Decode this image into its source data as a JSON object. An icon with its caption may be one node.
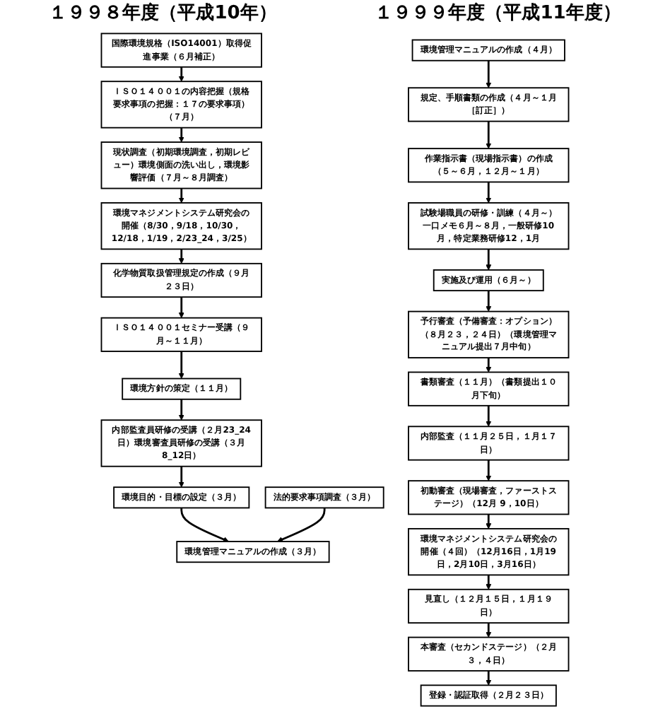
{
  "diagram": {
    "nodes": [
      {
        "text": [
          "国際環境規格（ISO14001）取得促進事業（６月補正）"
        ]
      },
      {
        "text": [
          "ＩＳＯ１４００１の内容把握（規格要求事項の把握：１７の要求事項）（７月）"
        ]
      },
      {
        "text": [
          "現状調査（初期環境調査，初期レビュー）環境側面の洗い出し，環境影響評価（７月～８月調査）"
        ]
      },
      {
        "text": [
          "環境マネジメントシステム研究会の開催（8/30，9/18，10/30，12/18，1/19，2/23_24，3/25）"
        ]
      },
      {
        "text": [
          "化学物質取扱管理規定の作成（９月２３日）"
        ]
      },
      {
        "text": [
          "ＩＳＯ１４００１セミナー受講（９月～１１月）"
        ]
      },
      {
        "text": [
          "環境方針の策定（１１月）"
        ]
      },
      {
        "text": [
          "内部監査員研修の受講（２月23_24日）環境審査員研修の受講（３月8_12日）"
        ]
      },
      {
        "text": [
          "環境目的・目標の設定（３月）"
        ]
      },
      {
        "text": [
          "法的要求事項調査（３月）"
        ]
      },
      {
        "text": [
          "環境管理マニュアルの作成（３月）"
        ]
      },
      {
        "text": [
          "環境管理マニュアルの作成（４月）"
        ]
      },
      {
        "text": [
          "規定、手順書類の作成（４月～１月［訂正］）"
        ]
      },
      {
        "text": [
          "作業指示書（現場指示書）の作成（５～６月，１２月～１月）"
        ]
      },
      {
        "text": [
          "試験場職員の研修・訓練（４月～）一口メモ６月～８月，一般研修10月，特定業務研修12，1月"
        ]
      },
      {
        "text": [
          "実施及び運用（６月～）"
        ]
      },
      {
        "text": [
          "予行審査（予備審査：オプション）（８月２３，２４日）（環境管理マニュアル提出７月中旬）"
        ]
      },
      {
        "text": [
          "書類審査（１１月）（書類提出１０月下旬）"
        ]
      },
      {
        "text": [
          "内部監査（１１月２５日，１月１７日）"
        ]
      },
      {
        "text": [
          "初動審査（現場審査，ファーストステージ）（12月 9，10日）"
        ]
      },
      {
        "text": [
          "環境マネジメントシステム研究会の開催（４回）（12月16日，1月19日，2月10日，3月16日）"
        ]
      },
      {
        "text": [
          "見直し（１２月１５日，１月１９日）"
        ]
      },
      {
        "text": [
          "本審査（セカンドステージ）（２月３，４日）"
        ]
      },
      {
        "text": [
          "登録・認証取得（２月２３日）"
        ]
      }
    ],
    "edges": [
      {
        "from": 0,
        "to": 1,
        "arrow": "to"
      },
      {
        "from": 1,
        "to": 2,
        "arrow": "to"
      },
      {
        "from": 2,
        "to": 3,
        "arrow": "to"
      },
      {
        "from": 3,
        "to": 4,
        "arrow": "to"
      },
      {
        "from": 4,
        "to": 5,
        "arrow": "to"
      },
      {
        "from": 5,
        "to": 6,
        "arrow": "to"
      },
      {
        "from": 6,
        "to": 7,
        "arrow": "to"
      },
      {
        "from": 7,
        "to": 8,
        "arrow": "to"
      },
      {
        "from": 8,
        "to": 10,
        "arrow": "to"
      },
      {
        "from": 9,
        "to": 10,
        "arrow": "to"
      },
      {
        "from": 11,
        "to": 12,
        "arrow": "to"
      },
      {
        "from": 12,
        "to": 13,
        "arrow": "to"
      },
      {
        "from": 13,
        "to": 14,
        "arrow": "to"
      },
      {
        "from": 14,
        "to": 15,
        "arrow": "to"
      },
      {
        "from": 15,
        "to": 16,
        "arrow": "to"
      },
      {
        "from": 16,
        "to": 17,
        "arrow": "to"
      },
      {
        "from": 17,
        "to": 18,
        "arrow": "to"
      },
      {
        "from": 18,
        "to": 19,
        "arrow": "to"
      },
      {
        "from": 19,
        "to": 20,
        "arrow": "to"
      },
      {
        "from": 20,
        "to": 21,
        "arrow": "to"
      },
      {
        "from": 21,
        "to": 22,
        "arrow": "to"
      },
      {
        "from": 22,
        "to": 23,
        "arrow": "to"
      }
    ],
    "labels": [
      "１９９８年度（平成10年）",
      "１９９９年度（平成11年度）"
    ]
  }
}
